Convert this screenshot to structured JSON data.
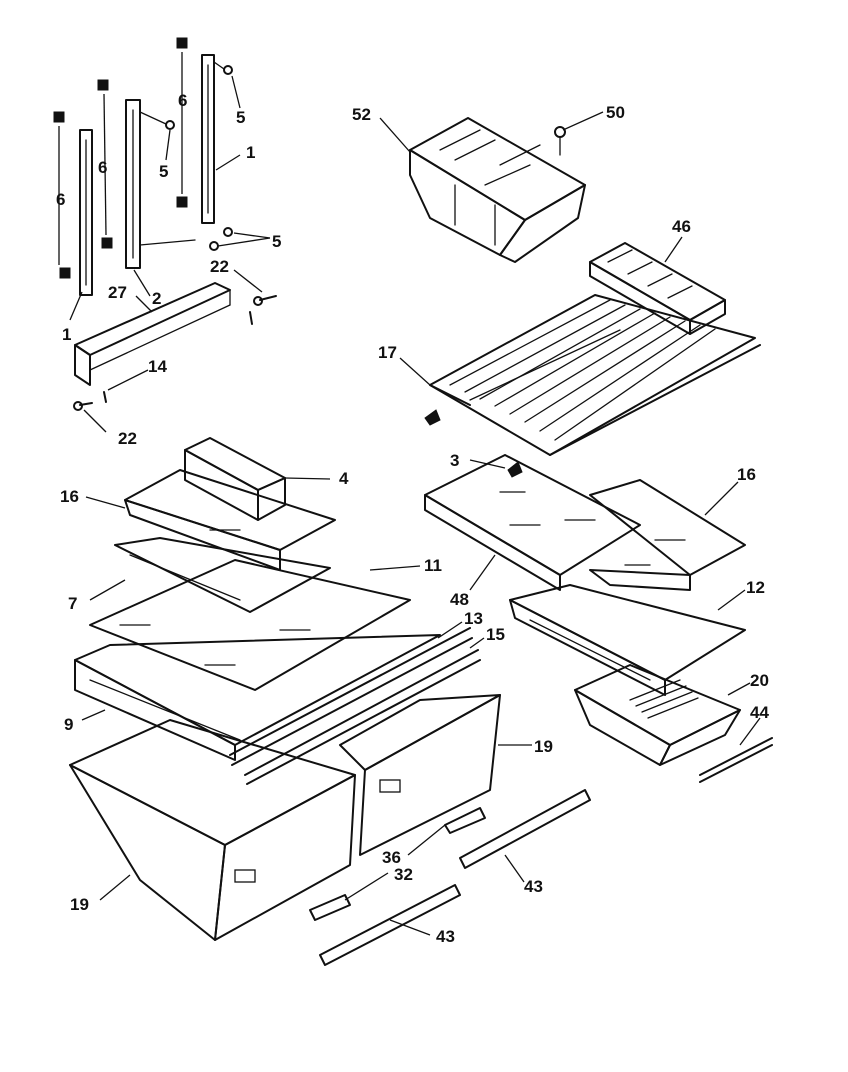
{
  "diagram": {
    "callouts": [
      {
        "id": "c52",
        "label": "52"
      },
      {
        "id": "c50",
        "label": "50"
      },
      {
        "id": "c46",
        "label": "46"
      },
      {
        "id": "c17",
        "label": "17"
      },
      {
        "id": "c3",
        "label": "3"
      },
      {
        "id": "c16r",
        "label": "16"
      },
      {
        "id": "c48",
        "label": "48"
      },
      {
        "id": "c12",
        "label": "12"
      },
      {
        "id": "c20",
        "label": "20"
      },
      {
        "id": "c44",
        "label": "44"
      },
      {
        "id": "c19r",
        "label": "19"
      },
      {
        "id": "c43a",
        "label": "43"
      },
      {
        "id": "c43b",
        "label": "43"
      },
      {
        "id": "c36",
        "label": "36"
      },
      {
        "id": "c32",
        "label": "32"
      },
      {
        "id": "c19l",
        "label": "19"
      },
      {
        "id": "c9",
        "label": "9"
      },
      {
        "id": "c13",
        "label": "13"
      },
      {
        "id": "c15",
        "label": "15"
      },
      {
        "id": "c7",
        "label": "7"
      },
      {
        "id": "c11",
        "label": "11"
      },
      {
        "id": "c16l",
        "label": "16"
      },
      {
        "id": "c4",
        "label": "4"
      },
      {
        "id": "c22a",
        "label": "22"
      },
      {
        "id": "c22b",
        "label": "22"
      },
      {
        "id": "c14",
        "label": "14"
      },
      {
        "id": "c1a",
        "label": "1"
      },
      {
        "id": "c1b",
        "label": "1"
      },
      {
        "id": "c27",
        "label": "27"
      },
      {
        "id": "c2",
        "label": "2"
      },
      {
        "id": "c6a",
        "label": "6"
      },
      {
        "id": "c6b",
        "label": "6"
      },
      {
        "id": "c6c",
        "label": "6"
      },
      {
        "id": "c5a",
        "label": "5"
      },
      {
        "id": "c5b",
        "label": "5"
      },
      {
        "id": "c5c",
        "label": "5"
      }
    ]
  }
}
